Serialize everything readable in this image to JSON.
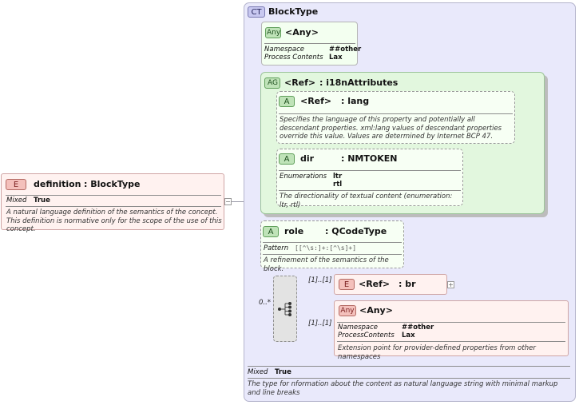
{
  "definition": {
    "badge": "E",
    "name": "definition",
    "type": ": BlockType",
    "mixed_label": "Mixed",
    "mixed_value": "True",
    "doc": "A natural language definition of the semantics of the concept. This definition is normative only for the scope of the use of this concept."
  },
  "blocktype": {
    "badge": "CT",
    "name": "BlockType",
    "mixed_label": "Mixed",
    "mixed_value": "True",
    "doc": "The type for nformation about the content as natural language string with minimal markup and line breaks"
  },
  "any1": {
    "badge": "Any",
    "name": "<Any>",
    "namespace_label": "Namespace",
    "namespace_value": "##other",
    "process_label": "Process Contents",
    "process_value": "Lax"
  },
  "attr_group": {
    "badge": "AG",
    "name": "<Ref>",
    "type": ": i18nAttributes"
  },
  "lang": {
    "badge": "A",
    "name": "<Ref>",
    "type": ": lang",
    "doc": "Specifies the language of this property and potentially all descendant properties. xml:lang values of descendant properties override this value. Values are determined by Internet BCP 47."
  },
  "dir": {
    "badge": "A",
    "name": "dir",
    "type": ": NMTOKEN",
    "enum_label": "Enumerations",
    "enum_values": [
      "ltr",
      "rtl"
    ],
    "doc": "The directionality of textual content (enumeration: ltr, rtl)"
  },
  "role": {
    "badge": "A",
    "name": "role",
    "type": ": QCodeType",
    "pattern_label": "Pattern",
    "pattern_value": "[[^\\s:]+:[^\\s]+]",
    "doc": "A refinement of the semantics of the block."
  },
  "sequence": {
    "cardinality": "0..*"
  },
  "br": {
    "badge": "E",
    "name": "<Ref>",
    "type": ": br",
    "cardinality": "[1]..[1]"
  },
  "any2": {
    "badge": "Any",
    "name": "<Any>",
    "cardinality": "[1]..[1]",
    "namespace_label": "Namespace",
    "namespace_value": "##other",
    "process_label": "ProcessContents",
    "process_value": "Lax",
    "doc": "Extension point for provider-defined properties from other namespaces"
  }
}
